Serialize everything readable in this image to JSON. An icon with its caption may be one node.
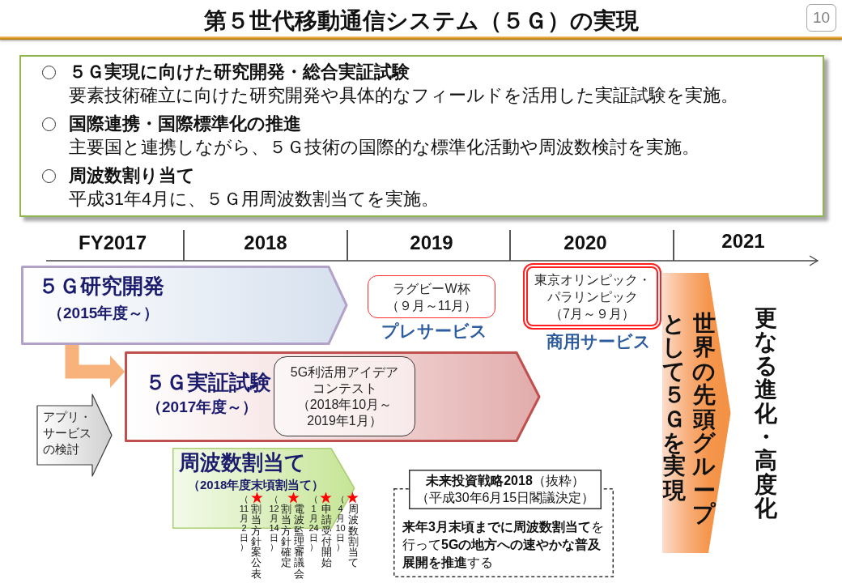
{
  "diagram": {
    "title": "第５世代移動通信システム（５Ｇ）の実現",
    "nodes": [
      {
        "text": [
          "５Ｇ実現に向けた研究開発・総合実証試験",
          "要素技術確立に向けた研究開発や具体的なフィールドを活用した実証試験を実施。",
          "国際連携・国際標準化の推進",
          "主要国と連携しながら、５Ｇ技術の国際的な標準化活動や周波数検討を実施。",
          "周波数割り当て",
          "平成31年4月に、５Ｇ用周波数割当てを実施。"
        ]
      },
      {
        "text": [
          "５Ｇ研究開発",
          "（2015年度～）"
        ]
      },
      {
        "text": [
          "ラグビーW杯（９月～11月）"
        ],
        "beside": [
          "プレサービス"
        ]
      },
      {
        "text": [
          "東京オリンピック・パラリンピック（7月～９月）"
        ],
        "beside": [
          "商用サービス"
        ]
      },
      {
        "text": [
          "世界の先頭グループとして５Ｇを実現"
        ]
      },
      {
        "text": [
          "アプリ・サービスの検討"
        ]
      },
      {
        "text": [
          "５Ｇ実証試験",
          "（2017年度～）"
        ]
      },
      {
        "text": [
          "5G利活用アイデアコンテスト",
          "（2018年10月～2019年1月）"
        ],
        "in": 6
      },
      {
        "text": [
          "周波数割当て",
          "（2018年度末頃割当て）"
        ]
      },
      {
        "text": [
          "**未来投資戦略2018**（抜粋）",
          "（平成30年6月15日閣議決定）",
          "**来年3月末頃までに周波数割当て**を行って**5Gの地方への速やかな普及展開を推進**する"
        ]
      }
    ],
    "edges": [
      {
        "from": 1,
        "to": 6,
        "arrow": "to",
        "style": "thick"
      }
    ],
    "labels": [
      "10",
      "FY2017",
      "2018",
      "2019",
      "2020",
      "2021",
      "更なる進化・高度化",
      "割当方針案公表",
      "（11月2日）",
      "電波監理審議会",
      "割当方針確定",
      "（12月14日）",
      "申請受付開始",
      "（1月24日）",
      "周波数割当て",
      "（4月10日）"
    ]
  }
}
